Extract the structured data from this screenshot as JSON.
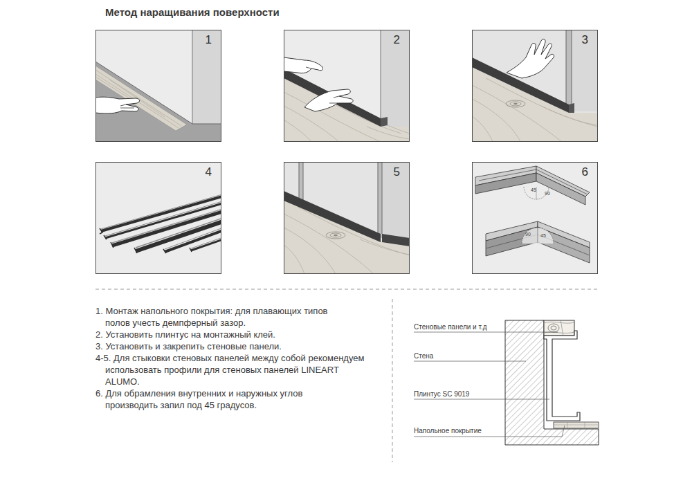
{
  "diagram": {
    "title": "Метод наращивания поверхности",
    "nodes": [
      {
        "text": [
          "1"
        ]
      },
      {
        "text": [
          "2"
        ]
      },
      {
        "text": [
          "3"
        ]
      },
      {
        "text": [
          "4"
        ]
      },
      {
        "text": [
          "5"
        ]
      },
      {
        "text": [
          "6"
        ]
      }
    ],
    "labels": [
      "1. Монтаж напольного покрытия: для плавающих типов полов учесть демпферный зазор.",
      "2. Установить плинтус на монтажный клей.",
      "3. Установить и закрепить стеновые панели.",
      "4-5. Для стыковки стеновых панелей между собой рекомендуем использовать профили для стеновых панелей LINEART ALUMO.",
      "6. Для обрамления внутренних и наружных углов производить запил под 45 градусов.",
      "45",
      "90",
      "90",
      "45",
      "Стеновые панели и т.д",
      "Стена",
      "Плинтус SC 9019",
      "Напольное покрытие"
    ]
  }
}
